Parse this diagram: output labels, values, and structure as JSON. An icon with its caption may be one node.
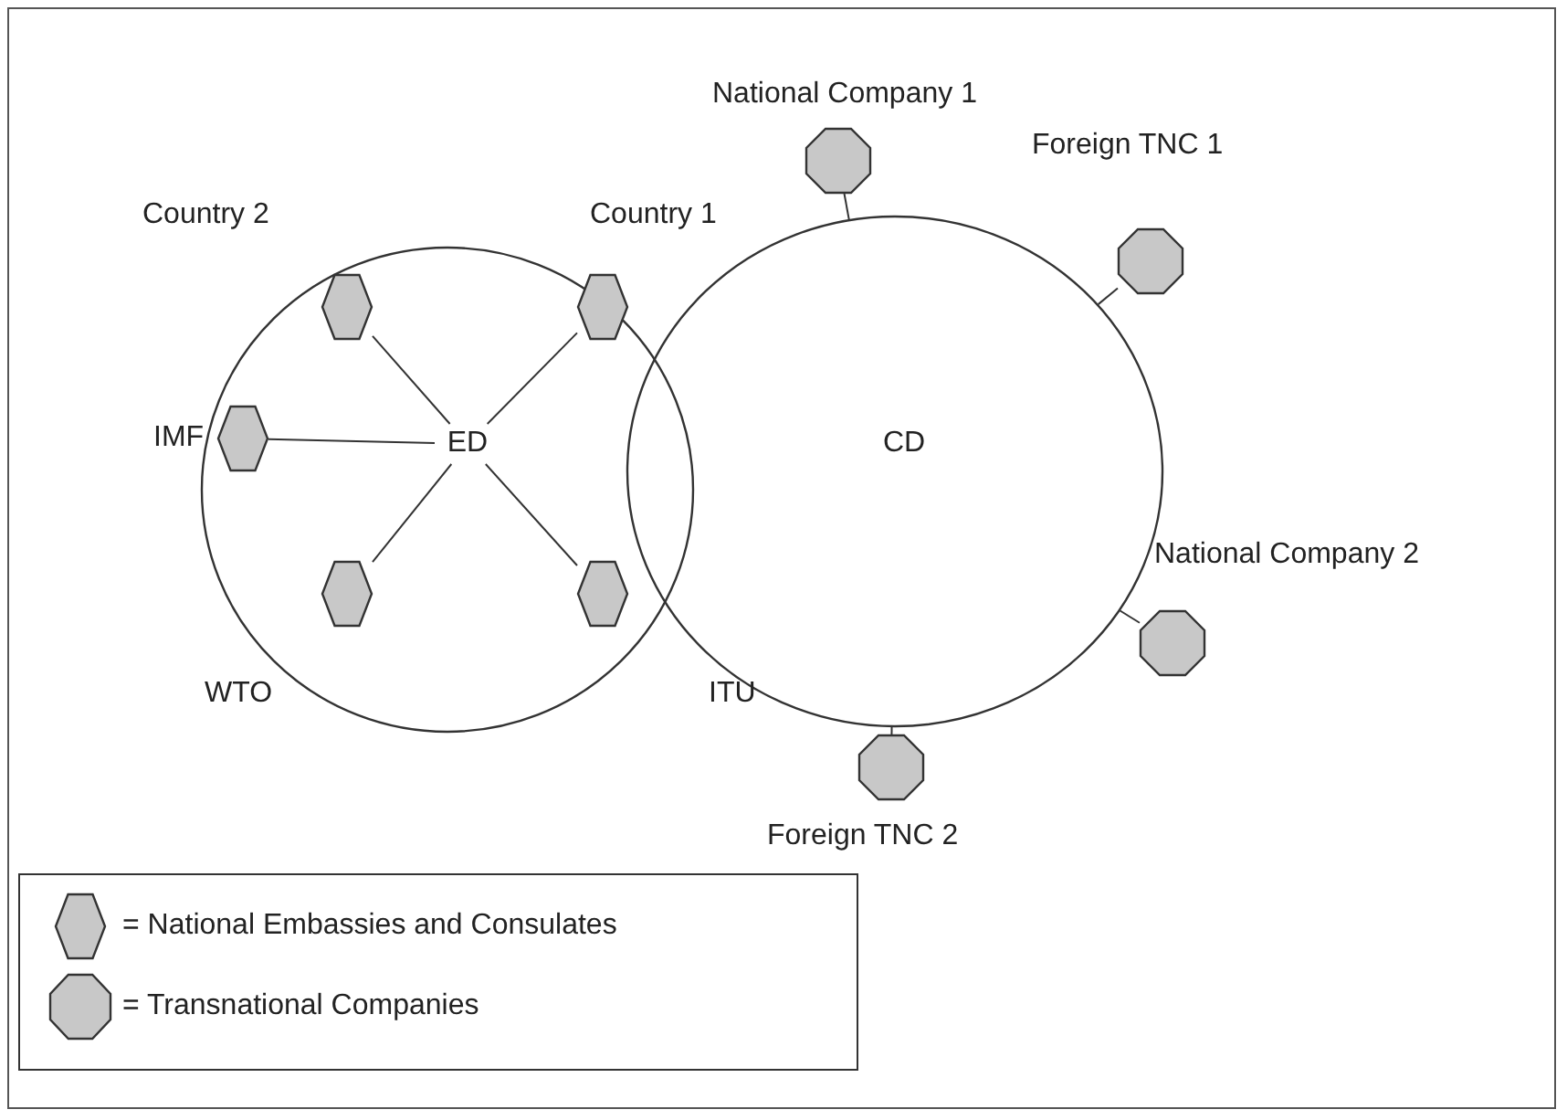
{
  "diagram": {
    "nodes": [
      {
        "text": [
          "Country 2"
        ]
      },
      {
        "text": [
          "Country 1"
        ]
      },
      {
        "text": [
          "ED"
        ],
        "in": 0
      },
      {
        "text": [],
        "shape": "hexagon",
        "in": 0
      },
      {
        "text": [],
        "shape": "hexagon",
        "in": 0
      },
      {
        "text": [],
        "shape": "hexagon",
        "in": 0,
        "beside": [
          "IMF"
        ]
      },
      {
        "text": [],
        "shape": "hexagon",
        "in": 0
      },
      {
        "text": [],
        "shape": "hexagon",
        "in": 0
      },
      {
        "text": [
          "CD"
        ],
        "in": 1
      },
      {
        "text": [],
        "shape": "octagon",
        "beside": [
          "National Company 1"
        ]
      },
      {
        "text": [],
        "shape": "octagon",
        "beside": [
          "Foreign TNC 1"
        ]
      },
      {
        "text": [],
        "shape": "octagon",
        "beside": [
          "National Company 2"
        ]
      },
      {
        "text": [],
        "shape": "octagon",
        "beside": [
          "Foreign TNC 2"
        ]
      }
    ],
    "edges": [
      {
        "from": 2,
        "to": 3,
        "arrow": "none"
      },
      {
        "from": 2,
        "to": 4,
        "arrow": "none"
      },
      {
        "from": 2,
        "to": 5,
        "arrow": "none"
      },
      {
        "from": 2,
        "to": 6,
        "arrow": "none"
      },
      {
        "from": 2,
        "to": 7,
        "arrow": "none"
      },
      {
        "from": 1,
        "to": 9,
        "arrow": "none"
      },
      {
        "from": 1,
        "to": 10,
        "arrow": "none"
      },
      {
        "from": 1,
        "to": 11,
        "arrow": "none"
      },
      {
        "from": 1,
        "to": 12,
        "arrow": "none"
      }
    ],
    "labels": [
      "WTO",
      "ITU"
    ],
    "legend": [
      {
        "text": "= National Embassies and Consulates"
      },
      {
        "text": "= Transnational Companies"
      }
    ]
  }
}
